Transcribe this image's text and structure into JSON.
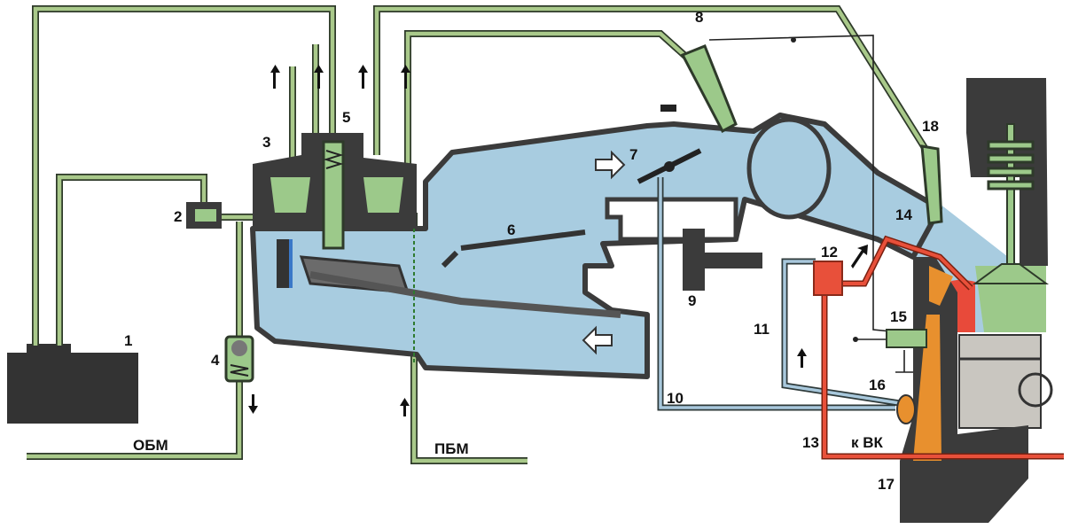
{
  "labels": {
    "l1": "1",
    "l2": "2",
    "l3": "3",
    "l4": "4",
    "l5": "5",
    "l6": "6",
    "l7": "7",
    "l8": "8",
    "l9": "9",
    "l10": "10",
    "l11": "11",
    "l12": "12",
    "l13": "13",
    "l14": "14",
    "l15": "15",
    "l16": "16",
    "l17": "17",
    "l18": "18"
  },
  "lines": {
    "return_fuel": "ОБМ",
    "supply_fuel": "ПБМ",
    "to_intake": "к ВК"
  },
  "colors": {
    "fuel_pipe": "#a9c98a",
    "air": "#a8cce0",
    "housing": "#3b3b3b",
    "hot": "#e8503a",
    "orange": "#e8902e",
    "piston": "#c9c6c0"
  }
}
